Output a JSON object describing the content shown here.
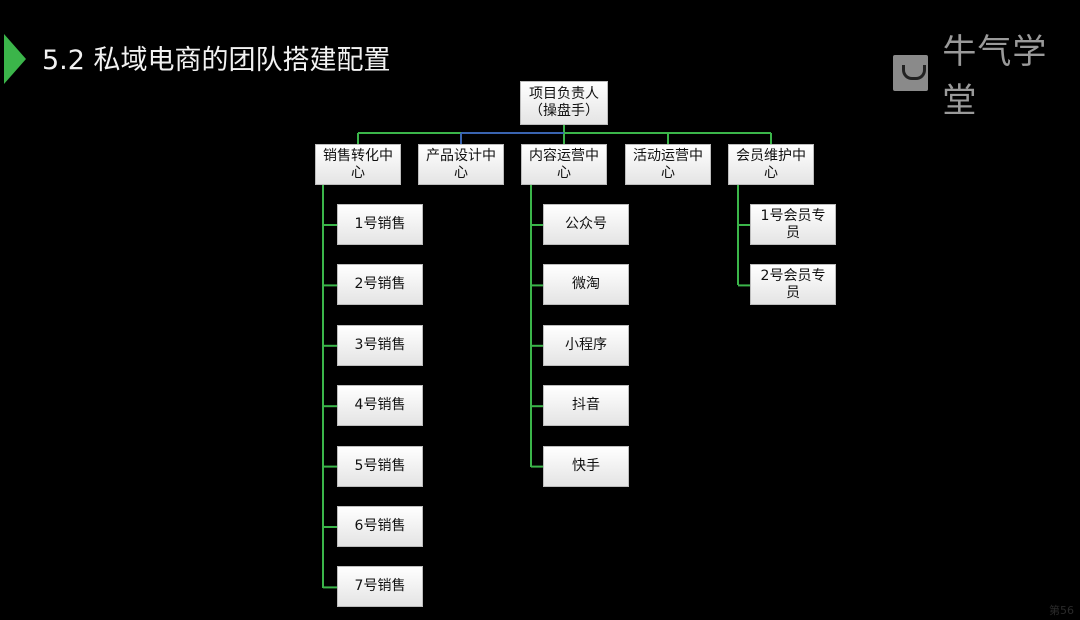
{
  "slide": {
    "title": "5.2  私域电商的团队搭建配置",
    "page_number": "第56"
  },
  "logo": {
    "text": "牛气学堂",
    "icon": "horns-logo-icon"
  },
  "colors": {
    "accent": "#3bb54a",
    "connector_green": "#3bb54a",
    "connector_blue": "#3a64b0"
  },
  "org": {
    "root": "项目负责人（操盘手）",
    "centers": [
      {
        "label": "销售转化中心",
        "children": [
          "1号销售",
          "2号销售",
          "3号销售",
          "4号销售",
          "5号销售",
          "6号销售",
          "7号销售"
        ]
      },
      {
        "label": "产品设计中心",
        "children": []
      },
      {
        "label": "内容运营中心",
        "children": [
          "公众号",
          "微淘",
          "小程序",
          "抖音",
          "快手"
        ]
      },
      {
        "label": "活动运营中心",
        "children": []
      },
      {
        "label": "会员维护中心",
        "children": [
          "1号会员专员",
          "2号会员专员"
        ]
      }
    ]
  }
}
